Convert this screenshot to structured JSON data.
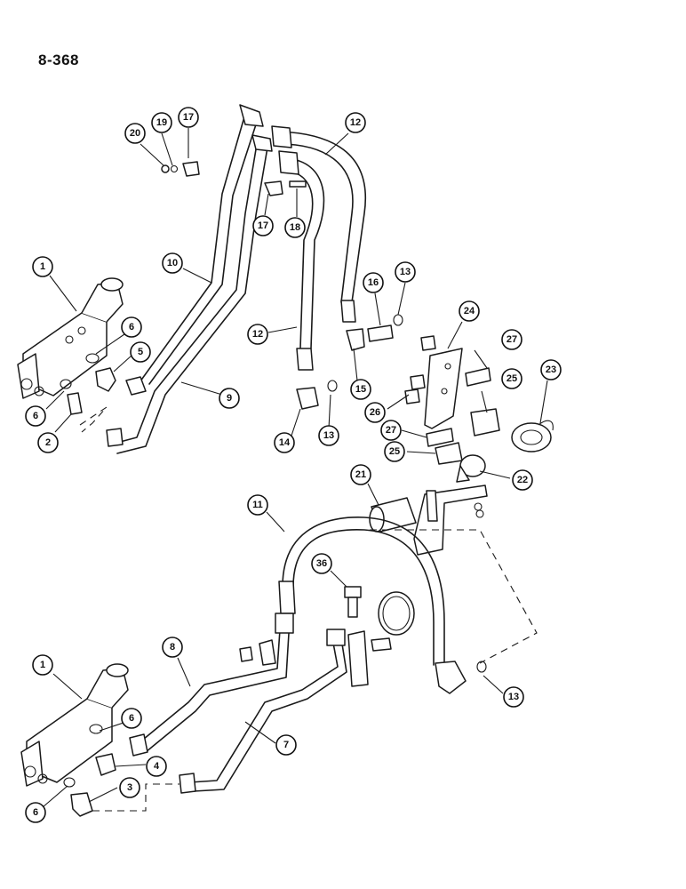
{
  "page_number": "8-368",
  "callouts": [
    {
      "id": "c20",
      "label": "20"
    },
    {
      "id": "c19",
      "label": "19"
    },
    {
      "id": "c17a",
      "label": "17"
    },
    {
      "id": "c12a",
      "label": "12"
    },
    {
      "id": "c17b",
      "label": "17"
    },
    {
      "id": "c18",
      "label": "18"
    },
    {
      "id": "c10",
      "label": "10"
    },
    {
      "id": "c1a",
      "label": "1"
    },
    {
      "id": "c16",
      "label": "16"
    },
    {
      "id": "c13a",
      "label": "13"
    },
    {
      "id": "c24",
      "label": "24"
    },
    {
      "id": "c6a",
      "label": "6"
    },
    {
      "id": "c5",
      "label": "5"
    },
    {
      "id": "c12b",
      "label": "12"
    },
    {
      "id": "c27a",
      "label": "27"
    },
    {
      "id": "c15",
      "label": "15"
    },
    {
      "id": "c23",
      "label": "23"
    },
    {
      "id": "c9",
      "label": "9"
    },
    {
      "id": "c25a",
      "label": "25"
    },
    {
      "id": "c6b",
      "label": "6"
    },
    {
      "id": "c26",
      "label": "26"
    },
    {
      "id": "c13b",
      "label": "13"
    },
    {
      "id": "c2",
      "label": "2"
    },
    {
      "id": "c14",
      "label": "14"
    },
    {
      "id": "c27b",
      "label": "27"
    },
    {
      "id": "c25b",
      "label": "25"
    },
    {
      "id": "c22",
      "label": "22"
    },
    {
      "id": "c21",
      "label": "21"
    },
    {
      "id": "c11",
      "label": "11"
    },
    {
      "id": "c36",
      "label": "36"
    },
    {
      "id": "c8",
      "label": "8"
    },
    {
      "id": "c1b",
      "label": "1"
    },
    {
      "id": "c13c",
      "label": "13"
    },
    {
      "id": "c6c",
      "label": "6"
    },
    {
      "id": "c4",
      "label": "4"
    },
    {
      "id": "c7",
      "label": "7"
    },
    {
      "id": "c3",
      "label": "3"
    },
    {
      "id": "c6d",
      "label": "6"
    }
  ]
}
